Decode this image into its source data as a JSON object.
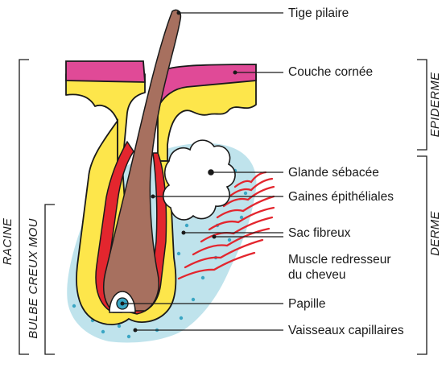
{
  "labels": {
    "tige": "Tige pilaire",
    "couche": "Couche cornée",
    "glande": "Glande sébacée",
    "gaines": "Gaines épithéliales",
    "sac": "Sac fibreux",
    "muscle_line1": "Muscle redresseur",
    "muscle_line2": "du cheveu",
    "papille": "Papille",
    "vaisseaux": "Vaisseaux capillaires"
  },
  "side_labels": {
    "racine": "RACINE",
    "bulbe": "BULBE CREUX MOU",
    "epiderme": "EPIDERME",
    "derme": "DERME"
  },
  "colors": {
    "dermis_blue": "#bfe3ec",
    "dermis_dots": "#3aa6c4",
    "epidermis_yellow": "#fde64b",
    "stratum_pink": "#e04a97",
    "hair_brown": "#a7705f",
    "sheath_red": "#e3262e",
    "muscle_red": "#e3262e",
    "outline": "#1a1a1a"
  }
}
